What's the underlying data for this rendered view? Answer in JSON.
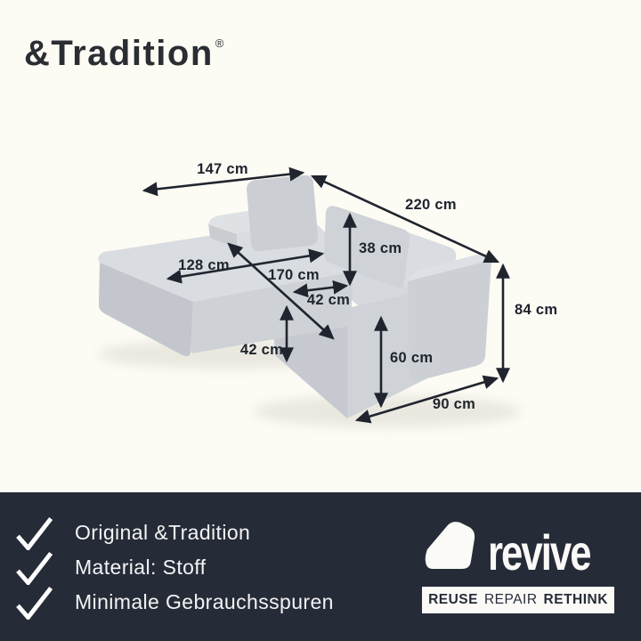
{
  "brand": {
    "name": "&Tradition",
    "registered": "®"
  },
  "product_diagram": {
    "description": "grey fabric corner sofa with chaise longue, annotated with measurements",
    "dimensions": {
      "d147": "147 cm",
      "d220": "220 cm",
      "d38": "38 cm",
      "d128": "128 cm",
      "d170": "170 cm",
      "d42_depth": "42 cm",
      "d42_height": "42 cm",
      "d60": "60 cm",
      "d84": "84 cm",
      "d90": "90 cm"
    }
  },
  "colors": {
    "background": "#fcfbf4",
    "footer_bg": "#262b38",
    "annotation": "#20242e",
    "sofa_light": "#d9dce0",
    "sofa_mid": "#ced2d7",
    "sofa_dark": "#c3c7cd"
  },
  "footer": {
    "features": [
      {
        "label": "Original &Tradition"
      },
      {
        "label": "Material: Stoff"
      },
      {
        "label": "Minimale Gebrauchsspuren"
      }
    ],
    "reseller_name": "revive",
    "tagline": {
      "word1": "REUSE",
      "word2": "REPAIR",
      "word3": "RETHINK"
    }
  }
}
